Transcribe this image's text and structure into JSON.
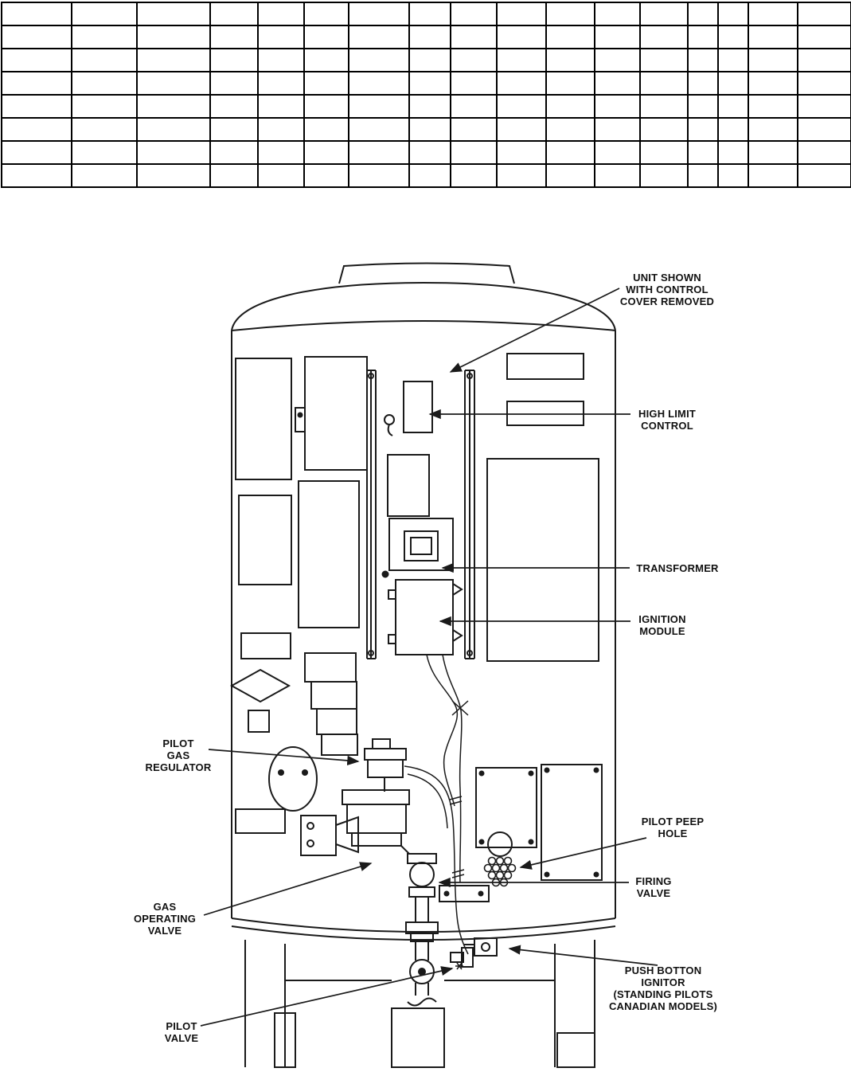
{
  "page": {
    "background": "#ffffff",
    "ink_color": "#1a1a1a"
  },
  "table": {
    "rows": 8,
    "columns": 17
  },
  "diagram": {
    "labels": {
      "unit_shown": "UNIT SHOWN\nWITH CONTROL\nCOVER REMOVED",
      "high_limit": "HIGH LIMIT\nCONTROL",
      "transformer": "TRANSFORMER",
      "ignition_module": "IGNITION\nMODULE",
      "pilot_gas_regulator": "PILOT\nGAS\nREGULATOR",
      "pilot_peep_hole": "PILOT PEEP\nHOLE",
      "firing_valve": "FIRING\nVALVE",
      "gas_operating_valve": "GAS\nOPERATING\nVALVE",
      "push_button_ignitor": "PUSH BOTTON\nIGNITOR\n(STANDING PILOTS\nCANADIAN MODELS)",
      "pilot_valve": "PILOT\nVALVE"
    }
  }
}
